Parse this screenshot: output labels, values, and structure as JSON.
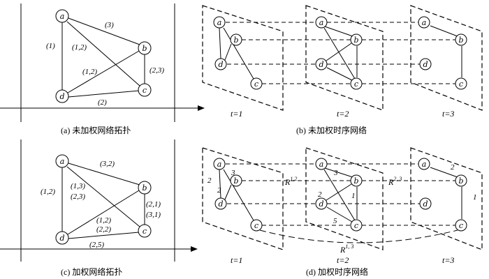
{
  "captions": {
    "a": "(a)  未加权网络拓扑",
    "b": "(b)  未加权时序网络",
    "c": "(c)  加权网络拓扑",
    "d": "(d)  加权时序网络"
  },
  "nodes": {
    "a": "a",
    "b": "b",
    "c": "c",
    "d": "d"
  },
  "time_labels": [
    "t=1",
    "t=2",
    "t=3"
  ],
  "panel_a_edges": {
    "ab": "(3)",
    "ad": "(1)",
    "ac": "(1,2)",
    "bd": "(1,2)",
    "bc": "(2,3)",
    "dc": "(2)"
  },
  "panel_c_edges": {
    "ab": "(3,2)",
    "ad": "(1,2)",
    "ac": "(1,3)",
    "ac2": "(2,3)",
    "bc": "(2,1)",
    "bc2": "(3,1)",
    "bd": "(1,2)",
    "bd2": "(2,2)",
    "dc": "(2,5)"
  },
  "panel_d_weights": {
    "t1_ad": "2",
    "t1_ac": "3",
    "t1_bd": "2",
    "t2_ab": "3",
    "t2_bd": "2",
    "t2_bc": "1",
    "t2_dc": "5",
    "t3_ab": "2",
    "t3_bc": "1"
  },
  "panel_d_relations": {
    "r12_base": "R",
    "r12_sup": "1,2",
    "r23_base": "R",
    "r23_sup": "2, 3",
    "r13_base": "R",
    "r13_sup": "1, 3"
  }
}
